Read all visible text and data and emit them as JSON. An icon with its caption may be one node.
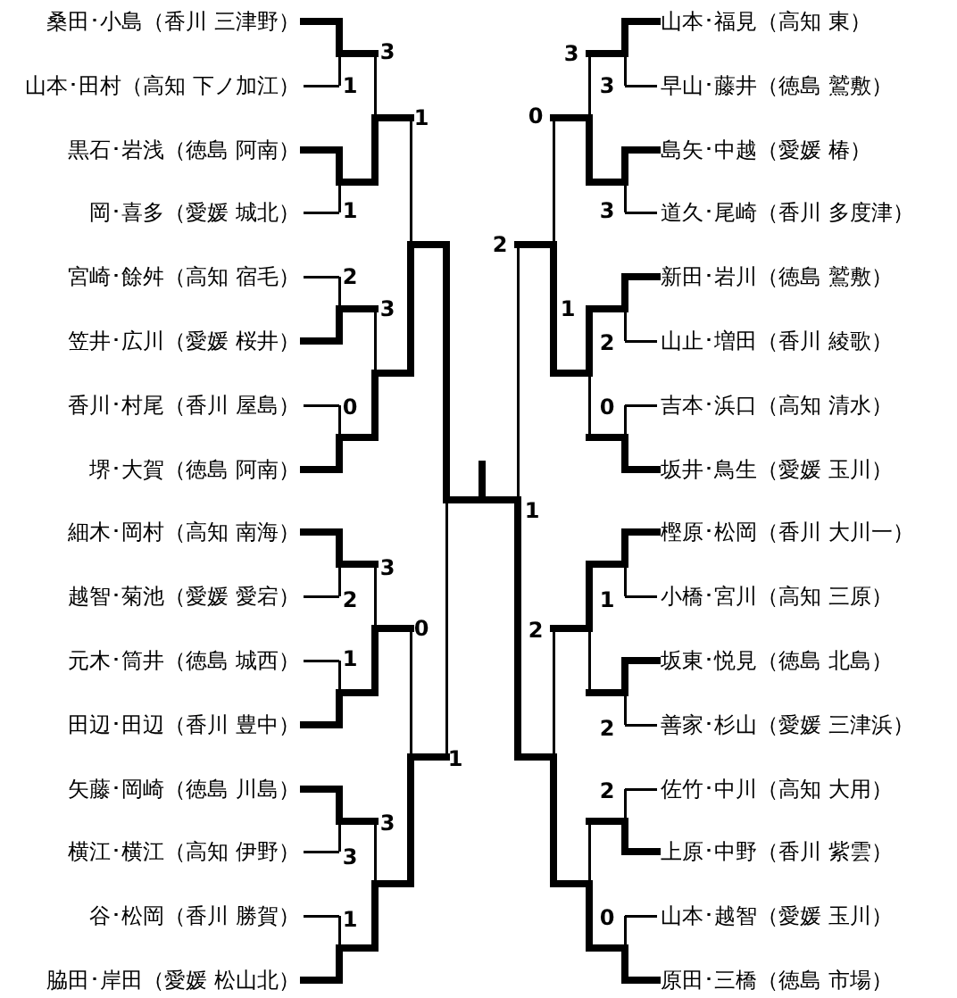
{
  "diagram": {
    "nodes": [
      {
        "text": [
          "桑田･小島（香川 三津野）"
        ]
      },
      {
        "text": [
          "山本･田村（高知 下ノ加江）"
        ]
      },
      {
        "text": [
          "黒石･岩浅（徳島 阿南）"
        ]
      },
      {
        "text": [
          "岡･喜多（愛媛 城北）"
        ]
      },
      {
        "text": [
          "宮崎･餘舛（高知 宿毛）"
        ]
      },
      {
        "text": [
          "笠井･広川（愛媛 桜井）"
        ]
      },
      {
        "text": [
          "香川･村尾（香川 屋島）"
        ]
      },
      {
        "text": [
          "堺･大賀（徳島 阿南）"
        ]
      },
      {
        "text": [
          "細木･岡村（高知 南海）"
        ]
      },
      {
        "text": [
          "越智･菊池（愛媛 愛宕）"
        ]
      },
      {
        "text": [
          "元木･筒井（徳島 城西）"
        ]
      },
      {
        "text": [
          "田辺･田辺（香川 豊中）"
        ]
      },
      {
        "text": [
          "矢藤･岡崎（徳島 川島）"
        ]
      },
      {
        "text": [
          "横江･横江（高知 伊野）"
        ]
      },
      {
        "text": [
          "谷･松岡（香川 勝賀）"
        ]
      },
      {
        "text": [
          "脇田･岸田（愛媛 松山北）"
        ]
      },
      {
        "text": [
          "山本･福見（高知 東）"
        ]
      },
      {
        "text": [
          "早山･藤井（徳島 鷲敷）"
        ]
      },
      {
        "text": [
          "島矢･中越（愛媛 椿）"
        ]
      },
      {
        "text": [
          "道久･尾崎（香川 多度津）"
        ]
      },
      {
        "text": [
          "新田･岩川（徳島 鷲敷）"
        ]
      },
      {
        "text": [
          "山止･増田（香川 綾歌）"
        ]
      },
      {
        "text": [
          "吉本･浜口（高知 清水）"
        ]
      },
      {
        "text": [
          "坂井･鳥生（愛媛 玉川）"
        ]
      },
      {
        "text": [
          "樫原･松岡（香川 大川一）"
        ]
      },
      {
        "text": [
          "小橋･宮川（高知 三原）"
        ]
      },
      {
        "text": [
          "坂東･悦見（徳島 北島）"
        ]
      },
      {
        "text": [
          "善家･杉山（愛媛 三津浜）"
        ]
      },
      {
        "text": [
          "佐竹･中川（高知 大用）"
        ]
      },
      {
        "text": [
          "上原･中野（香川 紫雲）"
        ]
      },
      {
        "text": [
          "山本･越智（愛媛 玉川）"
        ]
      },
      {
        "text": [
          "原田･三橋（徳島 市場）"
        ]
      }
    ],
    "labels": [
      "3",
      "1",
      "1",
      "1",
      "2",
      "3",
      "0",
      "3",
      "2",
      "0",
      "1",
      "1",
      "3",
      "3",
      "1",
      "3",
      "3",
      "0",
      "3",
      "2",
      "1",
      "2",
      "0",
      "1",
      "1",
      "2",
      "2",
      "2",
      "0"
    ]
  }
}
